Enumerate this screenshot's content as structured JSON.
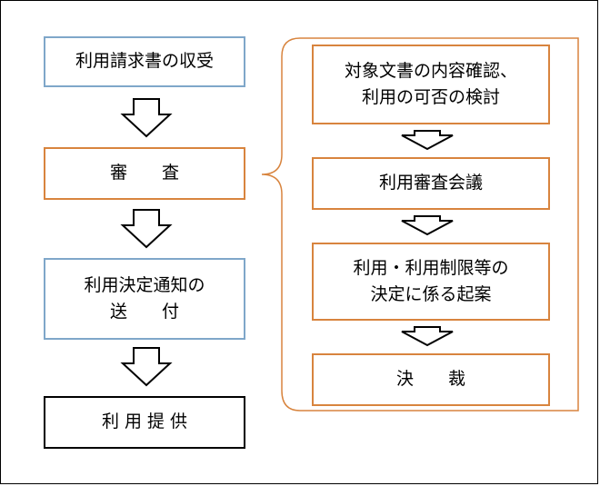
{
  "left_flow": {
    "step1": "利用請求書の収受",
    "step2": "審　　査",
    "step3_line1": "利用決定通知の",
    "step3_line2": "送　　付",
    "step4": "利 用 提 供"
  },
  "right_flow": {
    "sub1_line1": "対象文書の内容確認、",
    "sub1_line2": "利用の可否の検討",
    "sub2": "利用審査会議",
    "sub3_line1": "利用・利用制限等の",
    "sub3_line2": "決定に係る起案",
    "sub4": "決　　裁"
  },
  "colors": {
    "blue_border": "#7fa7c9",
    "orange_border": "#d8843e",
    "black_border": "#000000"
  }
}
